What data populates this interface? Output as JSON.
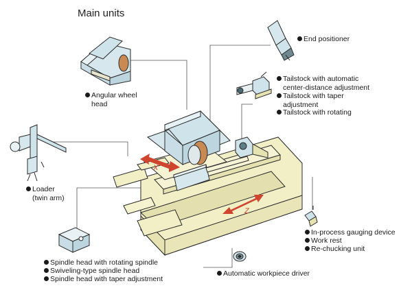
{
  "title": "Main units",
  "axis_x": "X",
  "axis_z": "Z",
  "labels": {
    "end_positioner": "End positioner",
    "tailstock_auto_1": "Tailstock with automatic",
    "tailstock_auto_2": "center-distance adjustment",
    "tailstock_taper_1": "Tailstock with taper",
    "tailstock_taper_2": "adjustment",
    "tailstock_rotating": "Tailstock with rotating",
    "angular_wheel_1": "Angular wheel",
    "angular_wheel_2": "head",
    "loader_1": "Loader",
    "loader_2": "(twin arm)",
    "inprocess_gauging": "In-process gauging device",
    "work_rest": "Work rest",
    "rechucking": "Re-chucking unit",
    "spindle_rotating": "Spindle head with rotating spindle",
    "spindle_swiveling": "Swiveling-type spindle head",
    "spindle_taper": "Spindle head with taper adjustment",
    "auto_driver": "Automatic workpiece driver"
  },
  "colors": {
    "machine_body": "#f2efc6",
    "machine_cool": "#cfe3ea",
    "wheel": "#c88a52",
    "arrow": "#d0452f",
    "outline": "#2a2a2a"
  }
}
